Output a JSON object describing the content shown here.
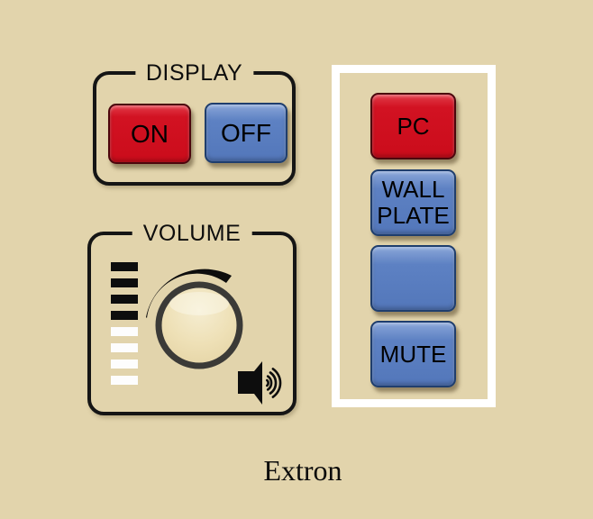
{
  "panel": {
    "brand": "Extron",
    "background_color": "#e2d4ac"
  },
  "display_group": {
    "label": "DISPLAY",
    "on_button": {
      "label": "ON",
      "color": "#d21222"
    },
    "off_button": {
      "label": "OFF",
      "color": "#5d81c3"
    }
  },
  "volume_group": {
    "label": "VOLUME",
    "level_meter": {
      "total_bars": 8,
      "filled_bars": 4,
      "filled_color": "#0d0d0d",
      "empty_color": "#fdfdfd"
    },
    "icons": {
      "knob": "rotary-knob-icon",
      "rotation_arc": "rotation-arc-icon",
      "speaker": "speaker-waves-icon"
    }
  },
  "source_panel": {
    "frame_color": "#ffffff",
    "buttons": [
      {
        "label": "PC",
        "color": "#d21222"
      },
      {
        "label": "WALL PLATE",
        "color": "#5d81c3"
      },
      {
        "label": "",
        "color": "#5d81c3"
      },
      {
        "label": "MUTE",
        "color": "#5d81c3"
      }
    ]
  }
}
